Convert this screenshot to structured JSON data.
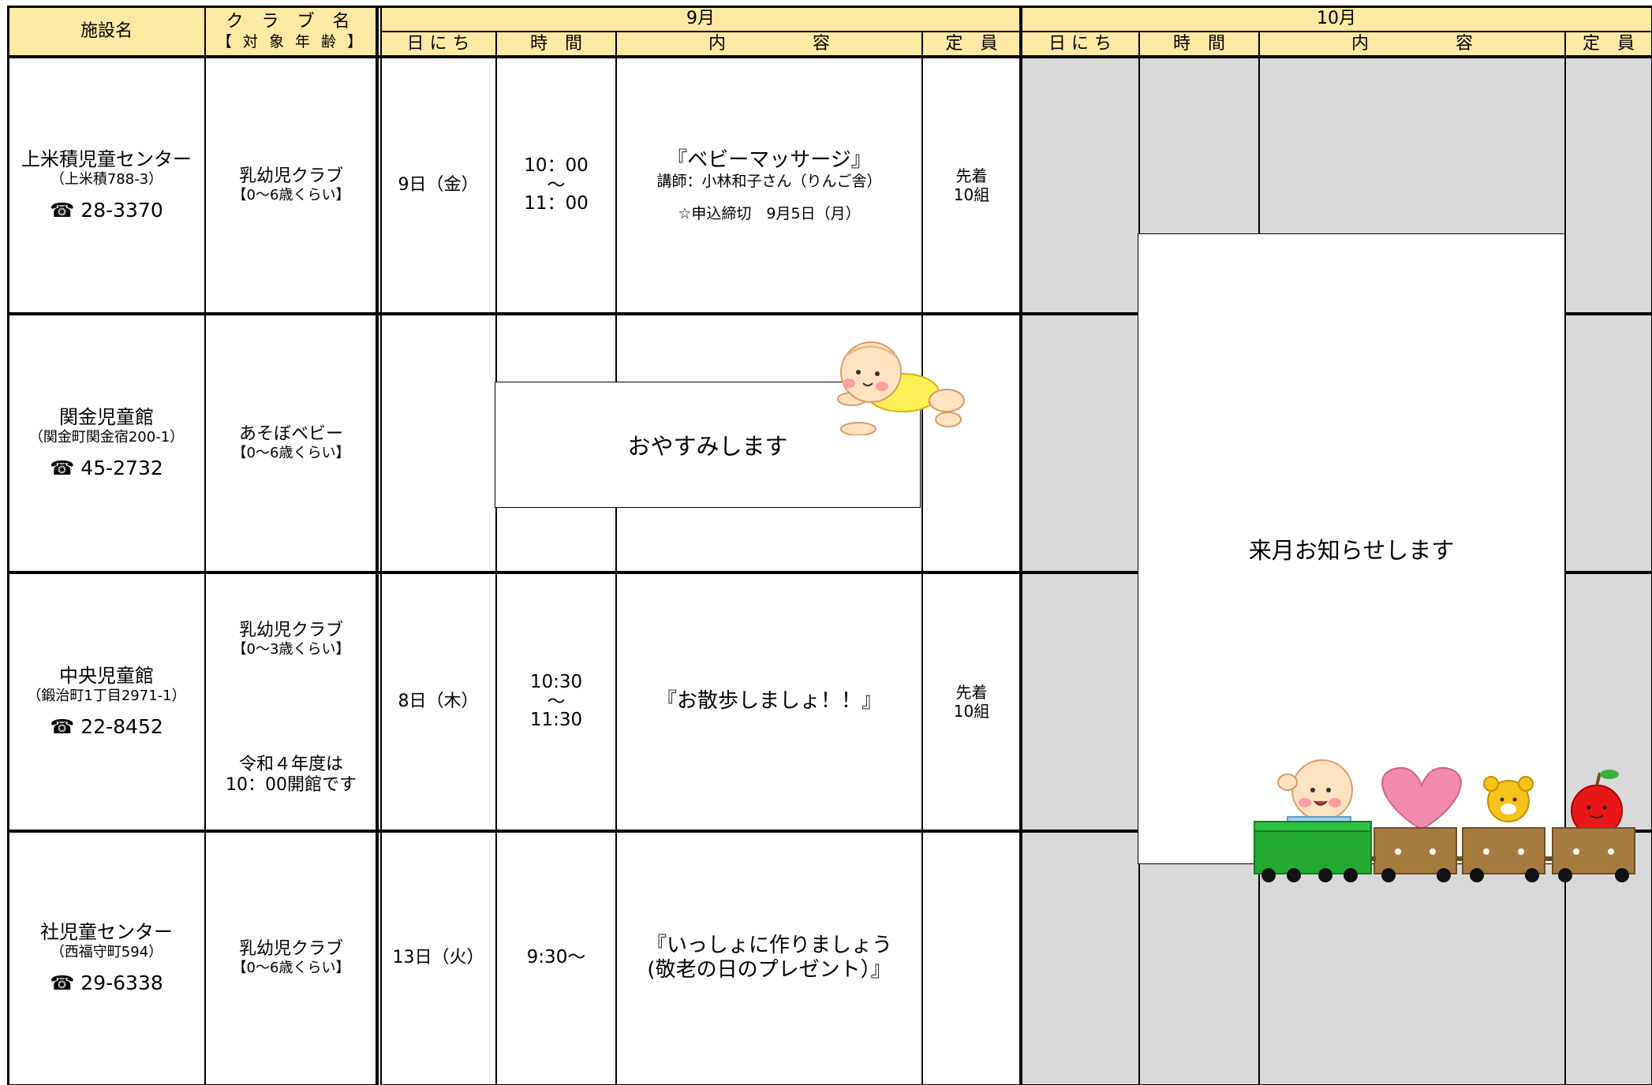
{
  "header": {
    "facility": "施設名",
    "club_name": "ク ラ ブ 名",
    "target_age": "【 対 象 年 齢 】",
    "sep": {
      "month": "9月",
      "day": "日 に ち",
      "time": "時　間",
      "content": "内　　　　　容",
      "capacity": "定　員"
    },
    "oct": {
      "month": "10月",
      "day": "日 に ち",
      "time": "時　間",
      "content": "内　　　　　容",
      "capacity": "定　員"
    }
  },
  "rows": [
    {
      "facility": "上米積児童センター",
      "address": "（上米積788-3）",
      "tel": "☎ 28-3370",
      "club": "乳幼児クラブ",
      "age": "【0～6歳くらい】",
      "date": "9日（金）",
      "time_start": "10：00",
      "time_sep": "～",
      "time_end": "11：00",
      "title": "『ベビーマッサージ』",
      "lecturer": "講師：小林和子さん（りんご舎）",
      "deadline": "☆申込締切　9月5日（月）",
      "capacity_1": "先着",
      "capacity_2": "10組"
    },
    {
      "facility": "関金児童館",
      "address": "（関金町関金宿200-1）",
      "tel": "☎ 45-2732",
      "club": "あそぼベビー",
      "age": "【0～6歳くらい】",
      "closed": "おやすみします"
    },
    {
      "facility": "中央児童館",
      "address": "（鍛治町1丁目2971-1）",
      "tel": "☎ 22-8452",
      "club": "乳幼児クラブ",
      "age": "【0～3歳くらい】",
      "note_1": "令和４年度は",
      "note_2": "10：00開館です",
      "date": "8日（木）",
      "time_start": "10:30",
      "time_sep": "～",
      "time_end": "11:30",
      "title": "『お散歩しましょ！！』",
      "capacity_1": "先着",
      "capacity_2": "10組"
    },
    {
      "facility": "社児童センター",
      "address": "（西福守町594）",
      "tel": "☎ 29-6338",
      "club": "乳幼児クラブ",
      "age": "【0～6歳くらい】",
      "date": "13日（火）",
      "time": "9:30～",
      "title_1": "『いっしょに作りましょう",
      "title_2": "(敬老の日のプレゼント）』"
    }
  ],
  "october_notice": "来月お知らせします",
  "colors": {
    "header_bg": "#fde9a3",
    "gray_bg": "#d9d9d9",
    "train_green": "#22aa33",
    "train_brown": "#a77b3f"
  },
  "icons": [
    "crawling-baby-illustration",
    "baby-train-illustration"
  ]
}
